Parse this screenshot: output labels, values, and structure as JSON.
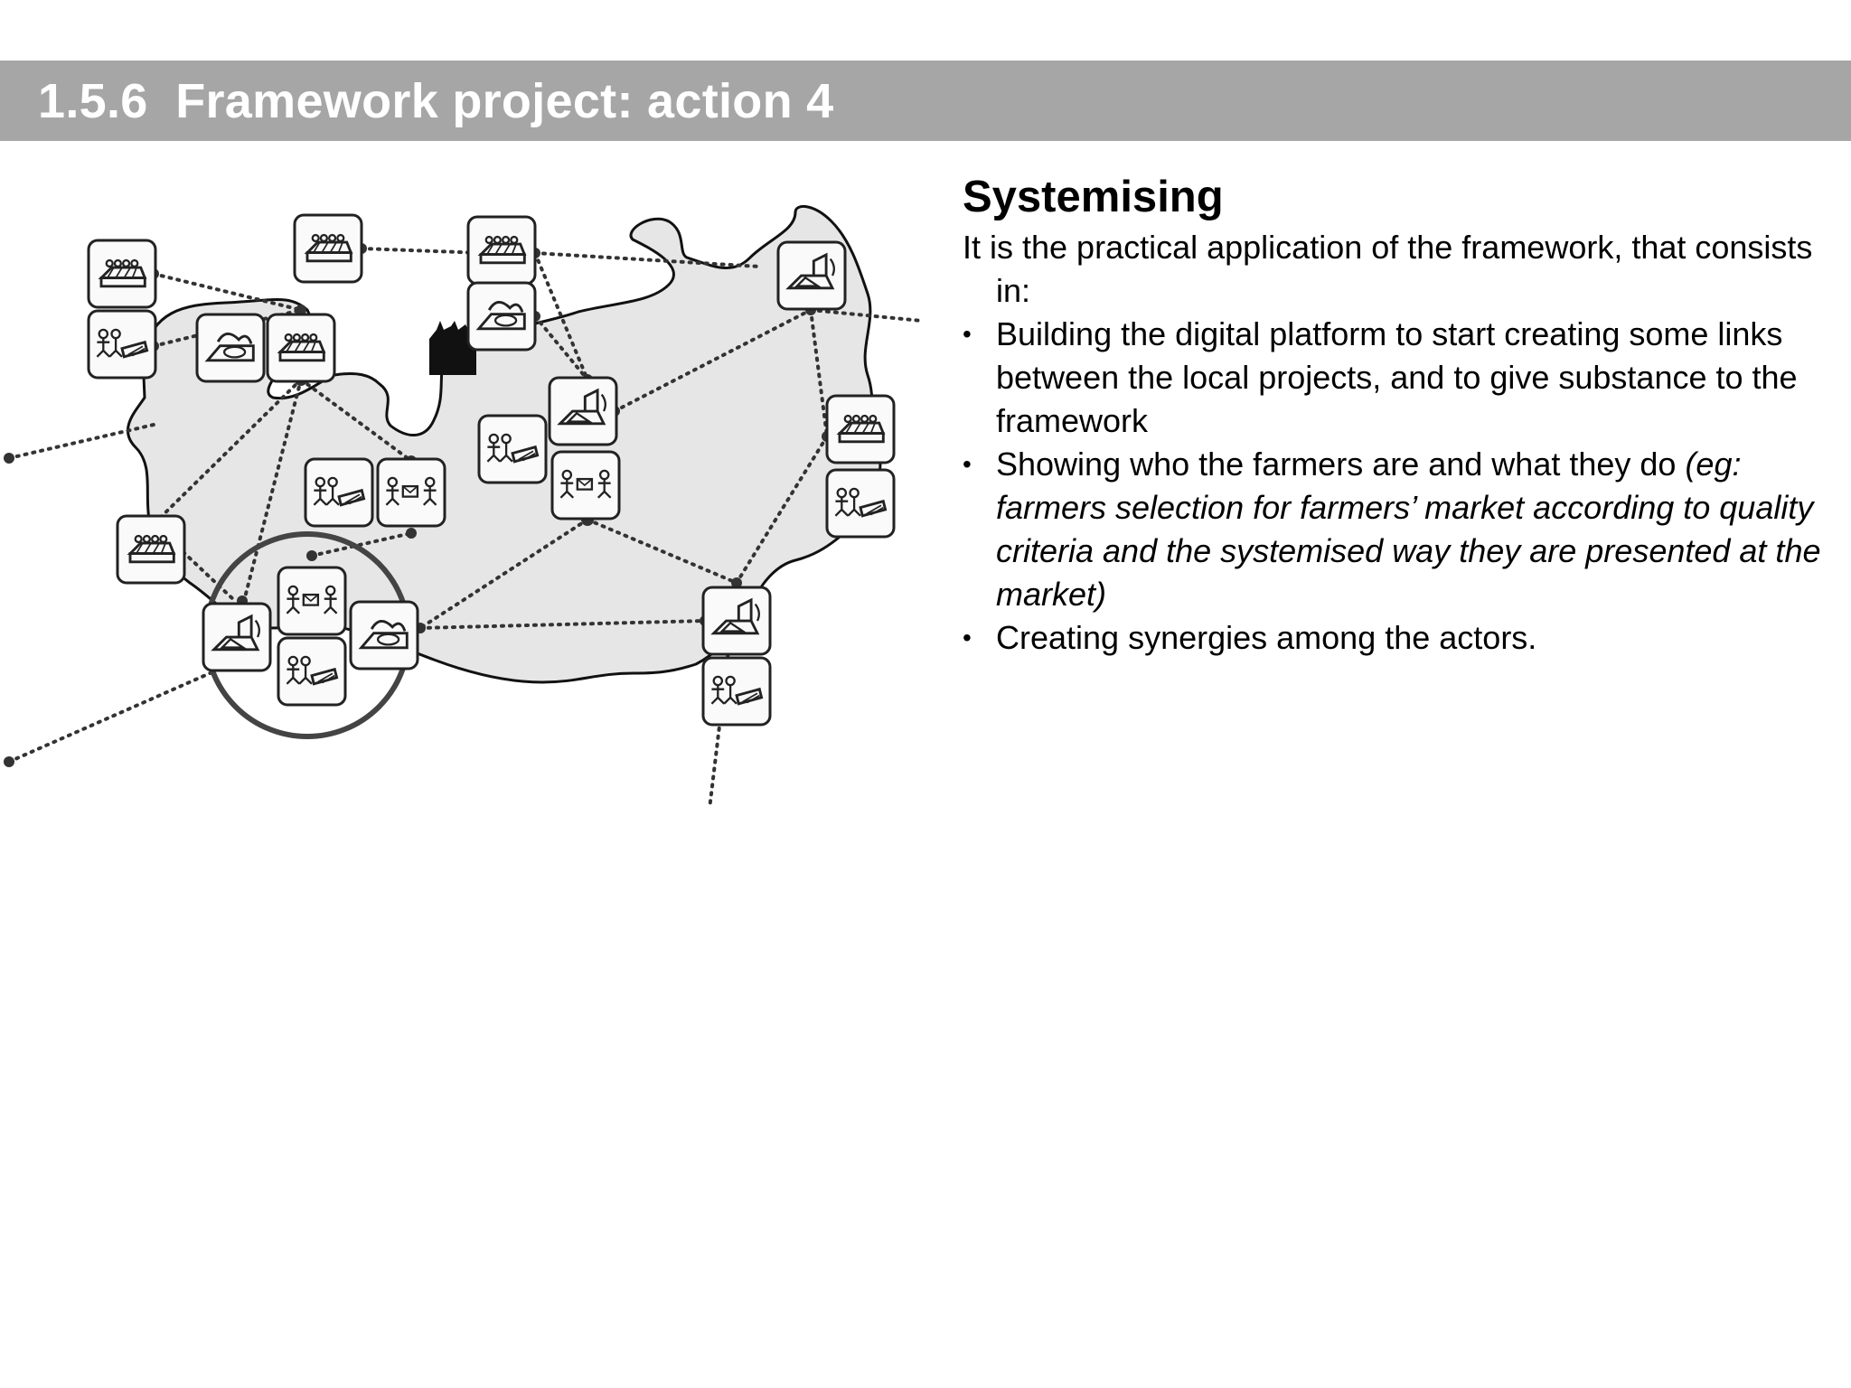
{
  "slide": {
    "title": "1.5.6  Framework project: action 4",
    "colors": {
      "title_bar": "#a6a6a6",
      "title_text": "#ffffff",
      "territory_fill": "#e6e6e6"
    }
  },
  "diagram": {
    "icons": [
      "market-stall-icon",
      "farmer-field-icon",
      "farmhouse-icon",
      "cooking-pot-icon",
      "people-exchange-icon",
      "factory-icon"
    ]
  },
  "content": {
    "heading": "Systemising",
    "intro": "It is the practical application of the framework, that consists in:",
    "bullets": [
      {
        "marker": "•",
        "text": "Building the digital platform to start creating some links between the local projects, and to give substance to the framework",
        "italic": ""
      },
      {
        "marker": "•",
        "text": "Showing who the farmers are and what they do ",
        "italic": "(eg: farmers selection for farmers’ market according to quality criteria and the systemised way they are presented at the market)"
      },
      {
        "marker": "•",
        "text": "Creating synergies among the actors.",
        "italic": ""
      }
    ]
  }
}
